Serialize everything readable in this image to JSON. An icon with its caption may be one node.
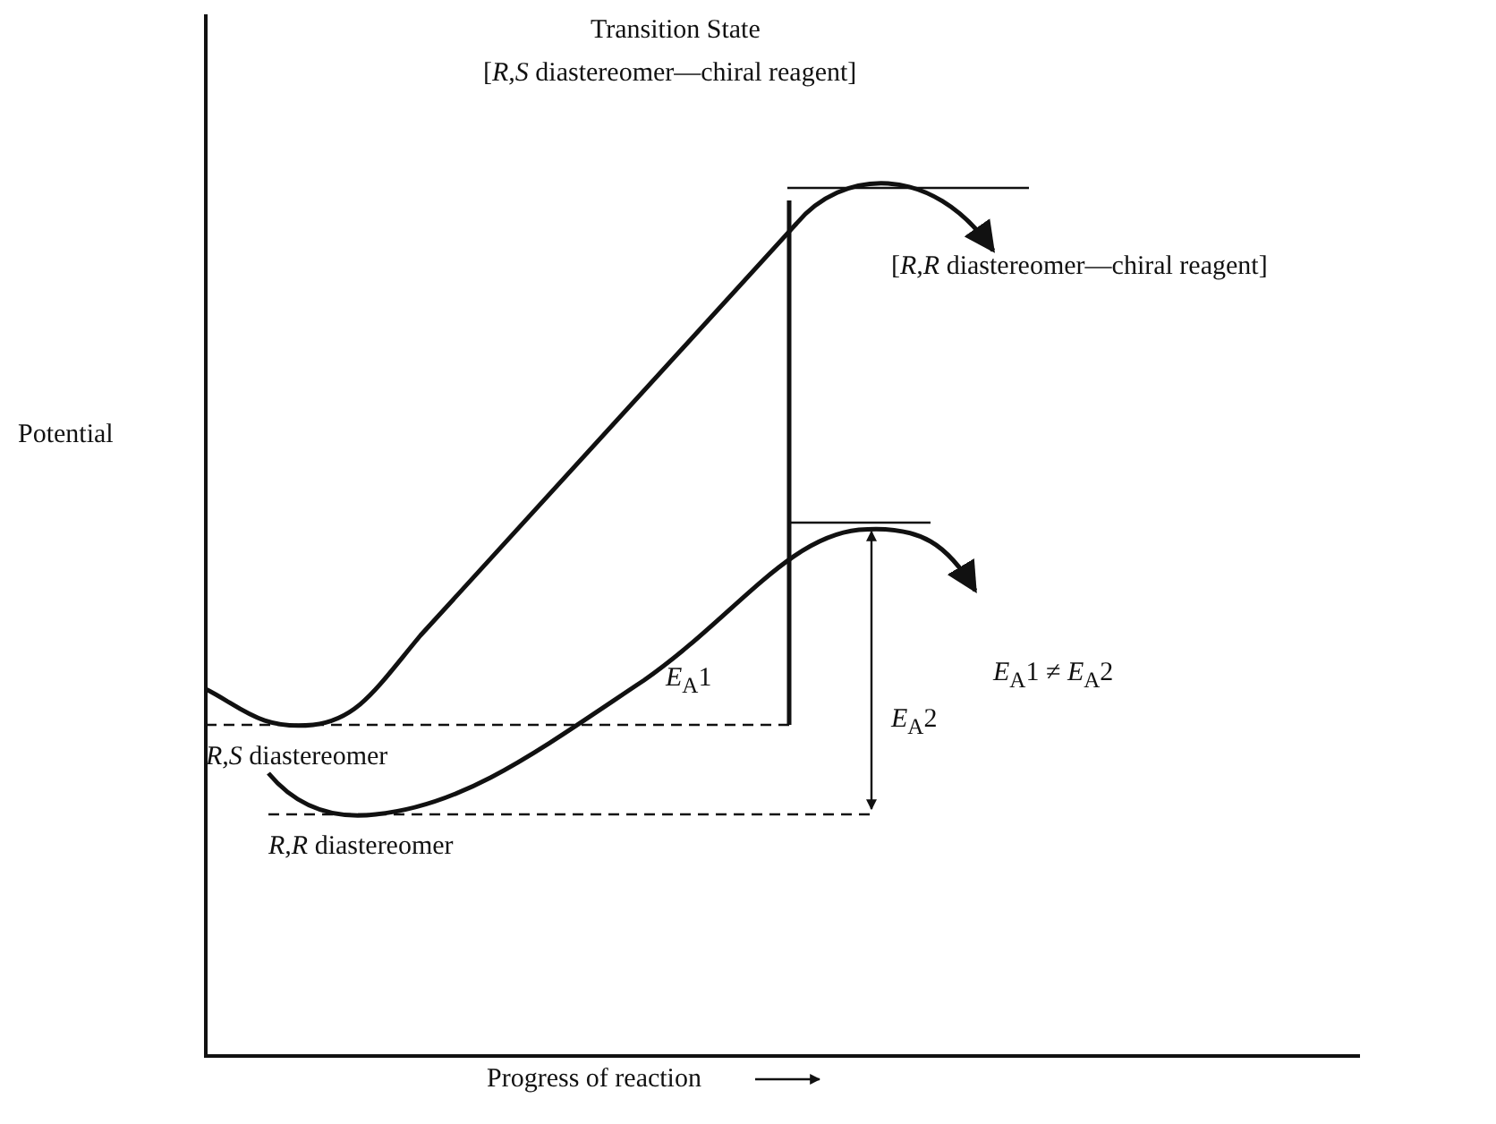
{
  "diagram": {
    "labels": [
      "Transition State",
      "[*R,S* diastereomer—chiral reagent]",
      "[*R,R* diastereomer—chiral reagent]",
      "Potential",
      "*E*$_{A}$1",
      "*E*$_{A}$1 ≠ *E*$_{A}$2",
      "*E*$_{A}$2",
      "*R,S* diastereomer",
      "*R,R* diastereomer",
      "Progress of reaction"
    ]
  }
}
